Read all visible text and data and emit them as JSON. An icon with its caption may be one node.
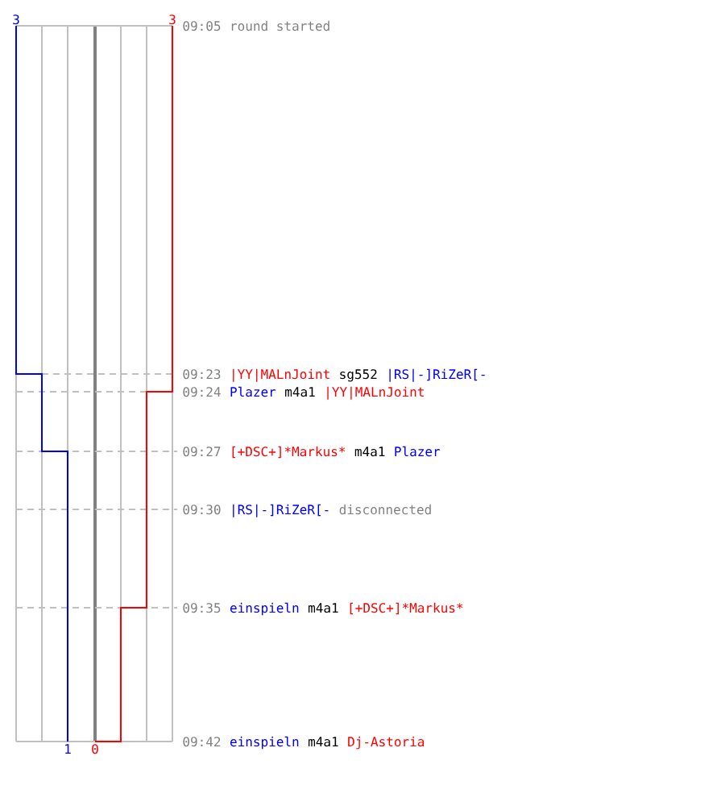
{
  "diagram": {
    "labels": [
      "3",
      "3",
      "09:05",
      "round started",
      "09:23",
      "|YY|MALnJoint",
      "sg552",
      "|RS|-]RiZeR[-",
      "09:24",
      "Plazer",
      "m4a1",
      "|YY|MALnJoint",
      "09:27",
      "[+DSC+]*Markus*",
      "m4a1",
      "Plazer",
      "09:30",
      "|RS|-]RiZeR[-",
      "disconnected",
      "09:35",
      "einspieln",
      "m4a1",
      "[+DSC+]*Markus*",
      "09:42",
      "einspieln",
      "m4a1",
      "Dj-Astoria",
      "1",
      "0"
    ]
  }
}
